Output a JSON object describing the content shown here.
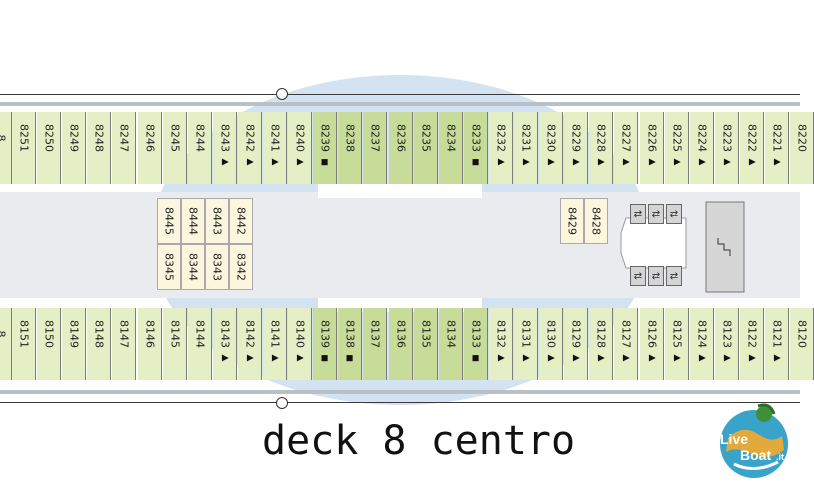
{
  "title": "deck 8 centro",
  "logo": {
    "text_live": "Live",
    "text_boat": "Boat",
    "text_it": ".it"
  },
  "colors": {
    "cabin": "#e4efc6",
    "cabin_dark": "#c7dc98",
    "inner": "#fbf6dd",
    "water": "#d3e3f1"
  },
  "top_row": [
    {
      "n": "8",
      "mk": "",
      "dark": false
    },
    {
      "n": "8251",
      "mk": "",
      "dark": false
    },
    {
      "n": "8250",
      "mk": "",
      "dark": false
    },
    {
      "n": "8249",
      "mk": "",
      "dark": false
    },
    {
      "n": "8248",
      "mk": "",
      "dark": false
    },
    {
      "n": "8247",
      "mk": "",
      "dark": false
    },
    {
      "n": "8246",
      "mk": "",
      "dark": false
    },
    {
      "n": "8245",
      "mk": "",
      "dark": false
    },
    {
      "n": "8244",
      "mk": "",
      "dark": false
    },
    {
      "n": "8243",
      "mk": "▲",
      "dark": false
    },
    {
      "n": "8242",
      "mk": "▲",
      "dark": false
    },
    {
      "n": "8241",
      "mk": "▲",
      "dark": false
    },
    {
      "n": "8240",
      "mk": "▲",
      "dark": false
    },
    {
      "n": "8239",
      "mk": "■",
      "dark": true
    },
    {
      "n": "8238",
      "mk": "",
      "dark": true
    },
    {
      "n": "8237",
      "mk": "",
      "dark": true
    },
    {
      "n": "8236",
      "mk": "",
      "dark": true
    },
    {
      "n": "8235",
      "mk": "",
      "dark": true
    },
    {
      "n": "8234",
      "mk": "",
      "dark": true
    },
    {
      "n": "8233",
      "mk": "■",
      "dark": true
    },
    {
      "n": "8232",
      "mk": "▲",
      "dark": false
    },
    {
      "n": "8231",
      "mk": "▲",
      "dark": false
    },
    {
      "n": "8230",
      "mk": "▲",
      "dark": false
    },
    {
      "n": "8229",
      "mk": "▲",
      "dark": false
    },
    {
      "n": "8228",
      "mk": "▲",
      "dark": false
    },
    {
      "n": "8227",
      "mk": "▲",
      "dark": false
    },
    {
      "n": "8226",
      "mk": "▲",
      "dark": false
    },
    {
      "n": "8225",
      "mk": "▲",
      "dark": false
    },
    {
      "n": "8224",
      "mk": "▲",
      "dark": false
    },
    {
      "n": "8223",
      "mk": "▲",
      "dark": false
    },
    {
      "n": "8222",
      "mk": "▲",
      "dark": false
    },
    {
      "n": "8221",
      "mk": "▲",
      "dark": false
    },
    {
      "n": "8220",
      "mk": "",
      "dark": false
    }
  ],
  "bottom_row": [
    {
      "n": "8",
      "mk": "",
      "dark": false
    },
    {
      "n": "8151",
      "mk": "",
      "dark": false
    },
    {
      "n": "8150",
      "mk": "",
      "dark": false
    },
    {
      "n": "8149",
      "mk": "",
      "dark": false
    },
    {
      "n": "8148",
      "mk": "",
      "dark": false
    },
    {
      "n": "8147",
      "mk": "",
      "dark": false
    },
    {
      "n": "8146",
      "mk": "",
      "dark": false
    },
    {
      "n": "8145",
      "mk": "",
      "dark": false
    },
    {
      "n": "8144",
      "mk": "",
      "dark": false
    },
    {
      "n": "8143",
      "mk": "▲",
      "dark": false
    },
    {
      "n": "8142",
      "mk": "▲",
      "dark": false
    },
    {
      "n": "8141",
      "mk": "▲",
      "dark": false
    },
    {
      "n": "8140",
      "mk": "▲",
      "dark": false
    },
    {
      "n": "8139",
      "mk": "■",
      "dark": true
    },
    {
      "n": "8138",
      "mk": "■",
      "dark": true
    },
    {
      "n": "8137",
      "mk": "",
      "dark": true
    },
    {
      "n": "8136",
      "mk": "",
      "dark": true
    },
    {
      "n": "8135",
      "mk": "",
      "dark": true
    },
    {
      "n": "8134",
      "mk": "",
      "dark": true
    },
    {
      "n": "8133",
      "mk": "■",
      "dark": true
    },
    {
      "n": "8132",
      "mk": "▲",
      "dark": false
    },
    {
      "n": "8131",
      "mk": "▲",
      "dark": false
    },
    {
      "n": "8130",
      "mk": "▲",
      "dark": false
    },
    {
      "n": "8129",
      "mk": "▲",
      "dark": false
    },
    {
      "n": "8128",
      "mk": "▲",
      "dark": false
    },
    {
      "n": "8127",
      "mk": "▲",
      "dark": false
    },
    {
      "n": "8126",
      "mk": "▲",
      "dark": false
    },
    {
      "n": "8125",
      "mk": "▲",
      "dark": false
    },
    {
      "n": "8124",
      "mk": "▲",
      "dark": false
    },
    {
      "n": "8123",
      "mk": "▲",
      "dark": false
    },
    {
      "n": "8122",
      "mk": "▲",
      "dark": false
    },
    {
      "n": "8121",
      "mk": "▲",
      "dark": false
    },
    {
      "n": "8120",
      "mk": "",
      "dark": false
    }
  ],
  "inner_left": [
    [
      "8445",
      "8444",
      "8443",
      "8442"
    ],
    [
      "8345",
      "8344",
      "8343",
      "8342"
    ]
  ],
  "inner_right": [
    "8429",
    "8428"
  ],
  "stairs": {
    "arrows": "⇄"
  }
}
